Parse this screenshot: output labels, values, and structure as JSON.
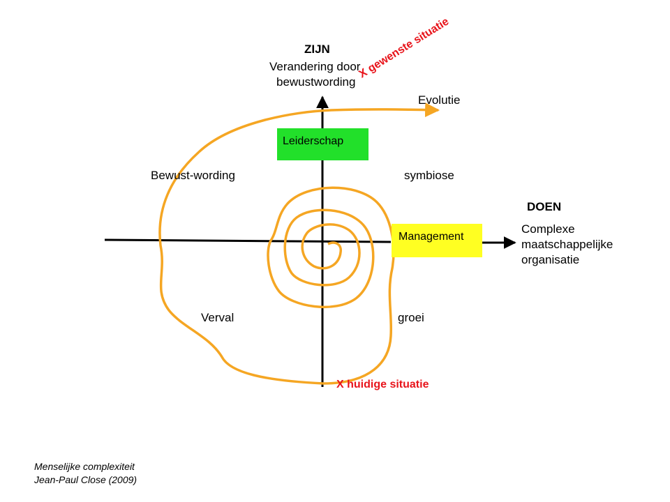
{
  "axes": {
    "vertical": {
      "title": "ZIJN",
      "description": [
        "Verandering door",
        "bewustwording"
      ]
    },
    "horizontal": {
      "title": "DOEN",
      "description": [
        "Complexe",
        "maatschappelijke",
        "organisatie"
      ]
    }
  },
  "quadrants": {
    "top_left": "Bewust-wording",
    "top_right": "symbiose",
    "bottom_left": "Verval",
    "bottom_right": "groei"
  },
  "boxes": {
    "leadership": {
      "label": "Leiderschap",
      "color": "#22e02a"
    },
    "management": {
      "label": "Management",
      "color": "#ffff22"
    }
  },
  "markers": {
    "desired": "X gewenste situatie",
    "current": "X huidige situatie",
    "evolution": "Evolutie"
  },
  "colors": {
    "path": "#f5a623",
    "marker_text": "#e8141b",
    "axis": "#000000"
  },
  "credit": {
    "title": "Menselijke complexiteit",
    "author": "Jean-Paul Close (2009)"
  }
}
